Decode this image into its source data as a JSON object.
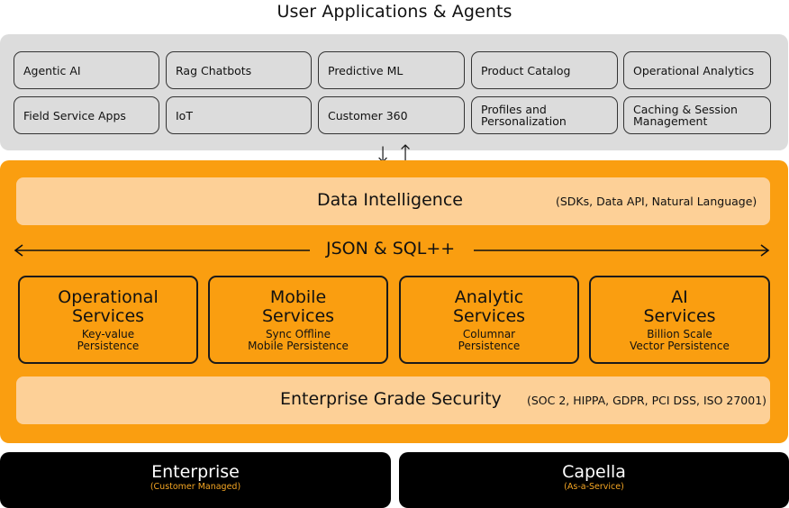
{
  "header": {
    "title": "User Applications & Agents"
  },
  "applications": {
    "rows": [
      [
        "Agentic AI",
        "Rag Chatbots",
        "Predictive ML",
        "Product Catalog",
        "Operational Analytics"
      ],
      [
        "Field Service Apps",
        "IoT",
        "Customer 360",
        "Profiles and\nPersonalization",
        "Caching & Session\nManagement"
      ]
    ]
  },
  "connectors": {
    "down_arrow": "↓",
    "up_arrow": "↑"
  },
  "data_intelligence": {
    "title": "Data Intelligence",
    "subtitle": "(SDKs, Data API, Natural Language)"
  },
  "query_language": {
    "label": "JSON & SQL++"
  },
  "services": [
    {
      "title_line1": "Operational",
      "title_line2": "Services",
      "sub_line1": "Key-value",
      "sub_line2": "Persistence"
    },
    {
      "title_line1": "Mobile",
      "title_line2": "Services",
      "sub_line1": "Sync Offline",
      "sub_line2": "Mobile Persistence"
    },
    {
      "title_line1": "Analytic",
      "title_line2": "Services",
      "sub_line1": "Columnar",
      "sub_line2": "Persistence"
    },
    {
      "title_line1": "AI",
      "title_line2": "Services",
      "sub_line1": "Billion Scale",
      "sub_line2": "Vector Persistence"
    }
  ],
  "security": {
    "title": "Enterprise Grade Security",
    "subtitle": "(SOC 2, HIPPA, GDPR, PCI DSS, ISO 27001)"
  },
  "deployments": [
    {
      "title": "Enterprise",
      "subtitle": "(Customer Managed)"
    },
    {
      "title": "Capella",
      "subtitle": "(As-a-Service)"
    }
  ],
  "colors": {
    "apps_panel": "#dcdcdc",
    "core_panel": "#fa9e10",
    "light_bar": "#fdd097",
    "deploy_bg": "#000000",
    "deploy_accent": "#f5a623"
  }
}
